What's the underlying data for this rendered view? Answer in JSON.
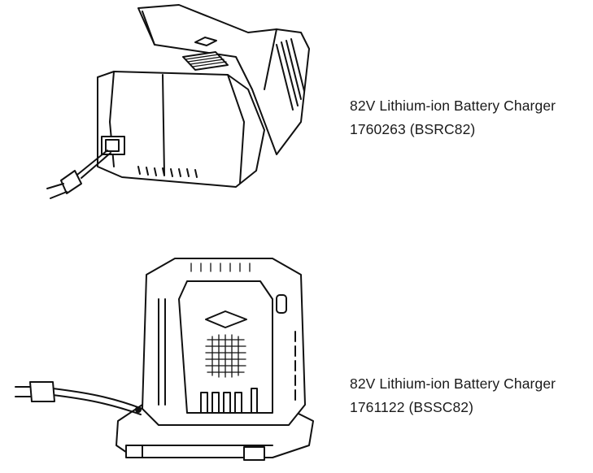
{
  "products": [
    {
      "title": "82V Lithium-ion Battery Charger",
      "model": "1760263 (BSRC82)",
      "illustration_icon": "rapid-charger-illustration"
    },
    {
      "title": "82V Lithium-ion Battery Charger",
      "model": "1761122 (BSSC82)",
      "illustration_icon": "standard-charger-illustration"
    }
  ]
}
